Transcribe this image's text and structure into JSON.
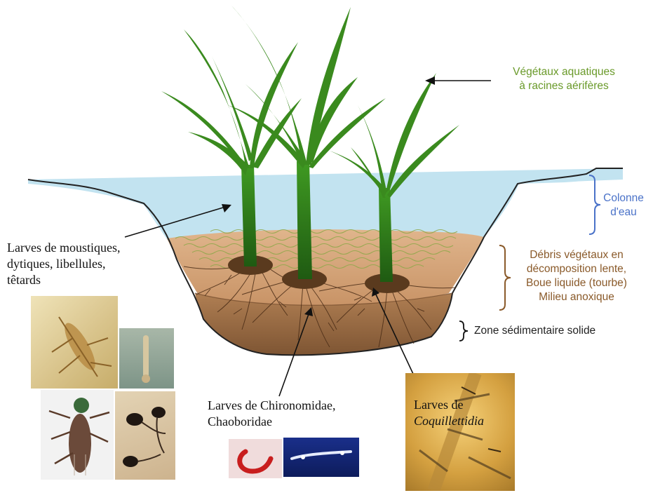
{
  "labels": {
    "vegetaux": [
      "Végétaux aquatiques",
      "à racines aérifères"
    ],
    "colonne": [
      "Colonne",
      "d'eau"
    ],
    "debris": [
      "Débris végétaux en",
      "décomposition lente,",
      "Boue liquide (tourbe)",
      "Milieu anoxique"
    ],
    "zone": "Zone sédimentaire solide",
    "larves_moustiques": [
      "Larves de moustiques,",
      "dytiques, libellules,",
      "têtards"
    ],
    "larves_chironomidae": [
      "Larves de Chironomidae,",
      "Chaoboridae"
    ],
    "larves_coquillettidia": [
      "Larves de",
      "Coquillettidia"
    ]
  },
  "colors": {
    "water": "#c2e3f0",
    "mud": "#d6a579",
    "sediment": "#a5764d",
    "plant": "#3a8a1e",
    "label_green": "#6a9a2a",
    "label_blue": "#4a72c8",
    "label_brown": "#8a5a2a"
  }
}
